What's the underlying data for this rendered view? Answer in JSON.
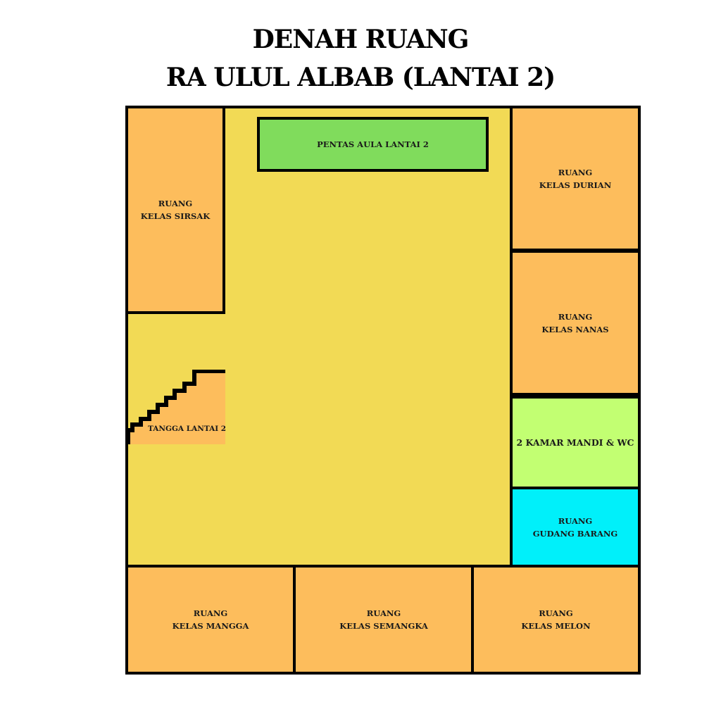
{
  "title": {
    "line1": "DENAH RUANG",
    "line2": "RA ULUL ALBAB (LANTAI 2)"
  },
  "rooms": {
    "sirsak": {
      "line1": "RUANG",
      "line2": "KELAS SIRSAK"
    },
    "pentas": {
      "line1": "PENTAS AULA LANTAI 2"
    },
    "durian": {
      "line1": "RUANG",
      "line2": "KELAS DURIAN"
    },
    "nanas": {
      "line1": "RUANG",
      "line2": "KELAS NANAS"
    },
    "kamar_mandi": {
      "line1": "2  KAMAR MANDI & WC"
    },
    "gudang": {
      "line1": "RUANG",
      "line2": "GUDANG BARANG"
    },
    "mangga": {
      "line1": "RUANG",
      "line2": "KELAS MANGGA"
    },
    "semangka": {
      "line1": "RUANG",
      "line2": "KELAS SEMANGKA"
    },
    "melon": {
      "line1": "RUANG",
      "line2": "KELAS MELON"
    },
    "tangga": {
      "line1": "TANGGA LANTAI 2"
    }
  },
  "colors": {
    "floor": "#F2DA55",
    "classroom": "#FDBD5C",
    "stage": "#80DC5C",
    "bathroom": "#C2FF72",
    "storage": "#00F0FA",
    "wall": "#000000"
  }
}
